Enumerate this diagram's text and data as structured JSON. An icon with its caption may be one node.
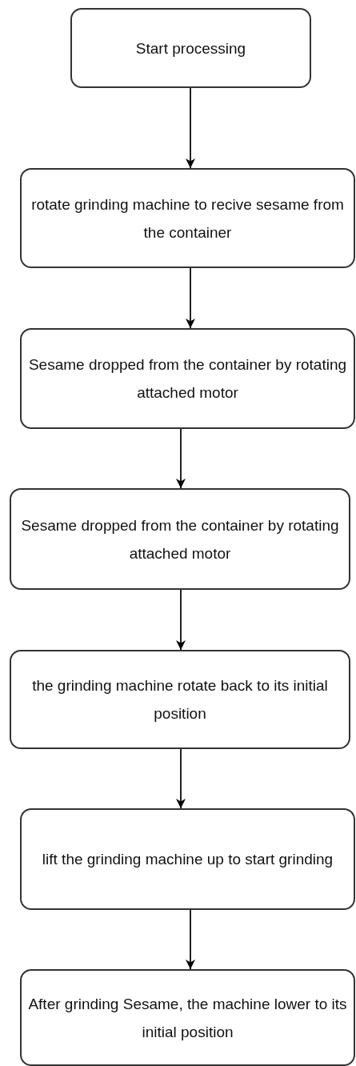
{
  "diagram": {
    "nodes": [
      {
        "text": [
          "Start processing"
        ]
      },
      {
        "text": [
          "rotate grinding machine to recive sesame from the container"
        ]
      },
      {
        "text": [
          "Sesame dropped from the container by rotating attached motor"
        ]
      },
      {
        "text": [
          "Sesame dropped from the container by rotating attached motor"
        ]
      },
      {
        "text": [
          "the grinding machine rotate back to its initial position"
        ]
      },
      {
        "text": [
          "lift the grinding machine up to start grinding"
        ]
      },
      {
        "text": [
          "After grinding Sesame, the machine lower to its initial position"
        ]
      }
    ],
    "edges": [
      {
        "from": 0,
        "to": 1,
        "arrow": "to"
      },
      {
        "from": 1,
        "to": 2,
        "arrow": "to"
      },
      {
        "from": 2,
        "to": 3,
        "arrow": "to"
      },
      {
        "from": 3,
        "to": 4,
        "arrow": "to"
      },
      {
        "from": 4,
        "to": 5,
        "arrow": "to"
      },
      {
        "from": 5,
        "to": 6,
        "arrow": "to"
      }
    ]
  }
}
